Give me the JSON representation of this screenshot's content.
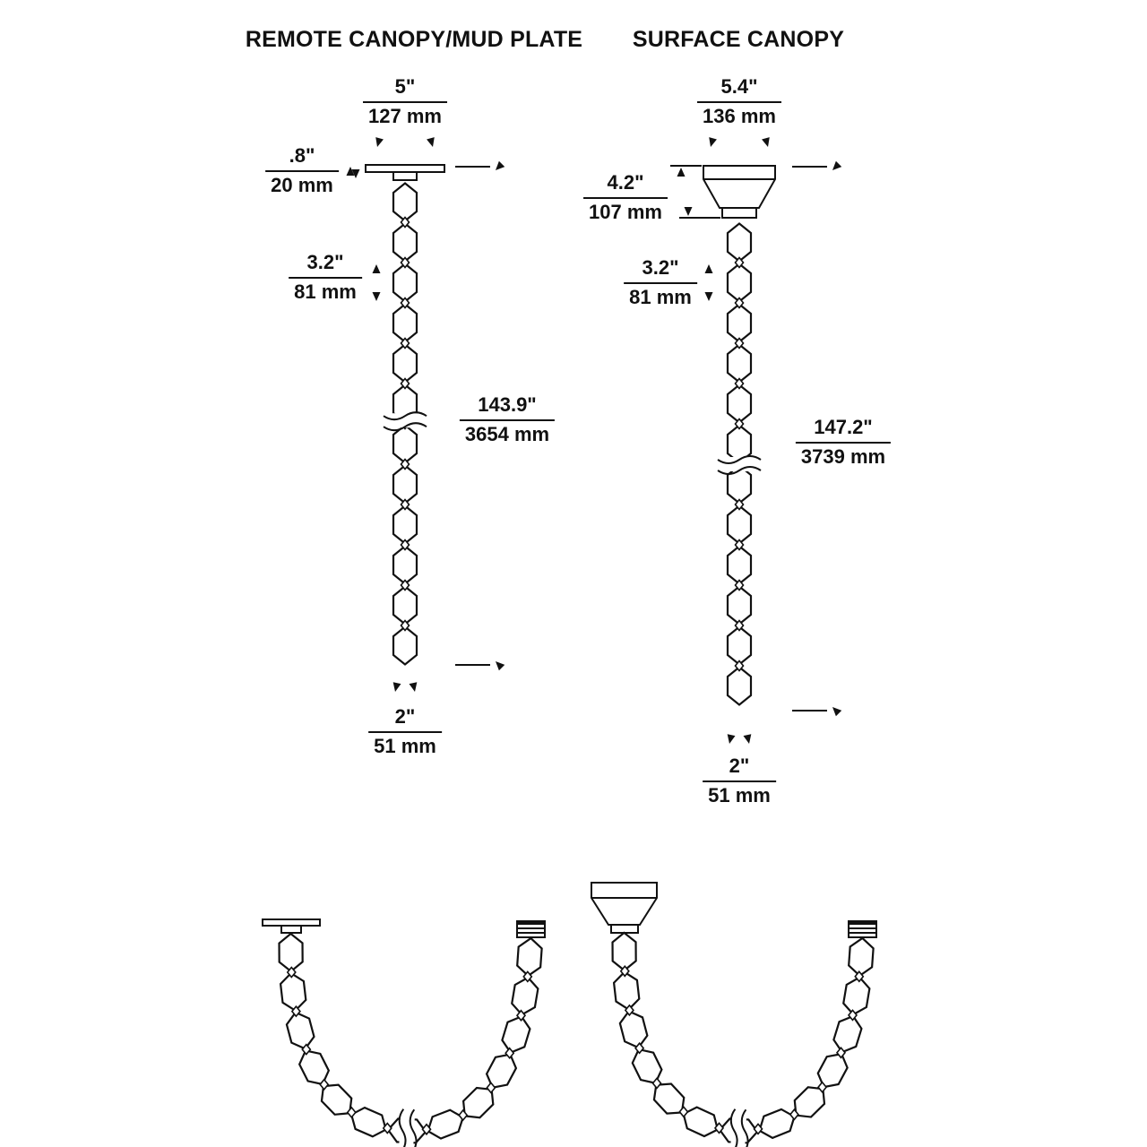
{
  "colors": {
    "ink": "#111111",
    "background": "#ffffff"
  },
  "titles": {
    "left": "REMOTE CANOPY/MUD PLATE",
    "right": "SURFACE CANOPY"
  },
  "left_diagram": {
    "name": "remote-canopy-mud-plate",
    "dims": {
      "top_width": {
        "in": "5\"",
        "mm": "127 mm"
      },
      "plate_thickness": {
        "in": ".8\"",
        "mm": "20 mm"
      },
      "link_length": {
        "in": "3.2\"",
        "mm": "81 mm"
      },
      "overall_length": {
        "in": "143.9\"",
        "mm": "3654 mm"
      },
      "link_width": {
        "in": "2\"",
        "mm": "51 mm"
      }
    }
  },
  "right_diagram": {
    "name": "surface-canopy",
    "dims": {
      "top_width": {
        "in": "5.4\"",
        "mm": "136 mm"
      },
      "canopy_height": {
        "in": "4.2\"",
        "mm": "107 mm"
      },
      "link_length": {
        "in": "3.2\"",
        "mm": "81 mm"
      },
      "overall_length": {
        "in": "147.2\"",
        "mm": "3739 mm"
      },
      "link_width": {
        "in": "2\"",
        "mm": "51 mm"
      }
    }
  }
}
